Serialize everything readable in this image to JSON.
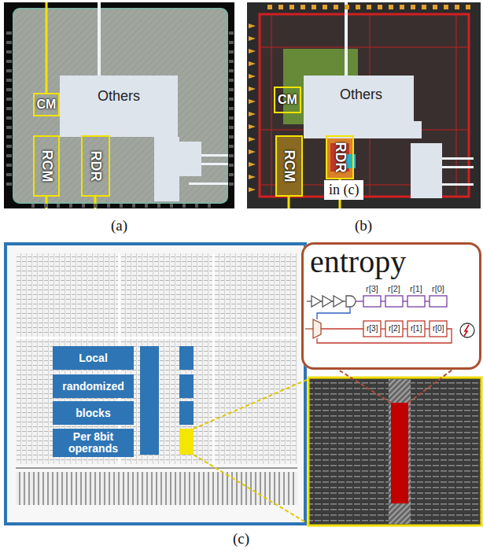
{
  "diagram": {
    "nodes": [
      {
        "text": [
          "CM"
        ]
      },
      {
        "text": [
          "Others"
        ]
      },
      {
        "text": [
          "RCM"
        ]
      },
      {
        "text": [
          "RDR"
        ]
      },
      {
        "text": [
          "CM"
        ]
      },
      {
        "text": [
          "Others"
        ]
      },
      {
        "text": [
          "RCM"
        ]
      },
      {
        "text": [
          "RDR"
        ]
      },
      {
        "text": [
          "Local"
        ]
      },
      {
        "text": [
          "randomized"
        ]
      },
      {
        "text": [
          "blocks"
        ]
      },
      {
        "text": [
          "Per 8bit operands"
        ]
      },
      {
        "text": [
          "entropy"
        ]
      }
    ],
    "labels": [
      "in (c)",
      "(a)",
      "(b)",
      "r[3]",
      "r[2]",
      "r[1]",
      "r[0]",
      "r[3]",
      "r[2]",
      "r[1]",
      "r[0]",
      "(c)"
    ]
  }
}
